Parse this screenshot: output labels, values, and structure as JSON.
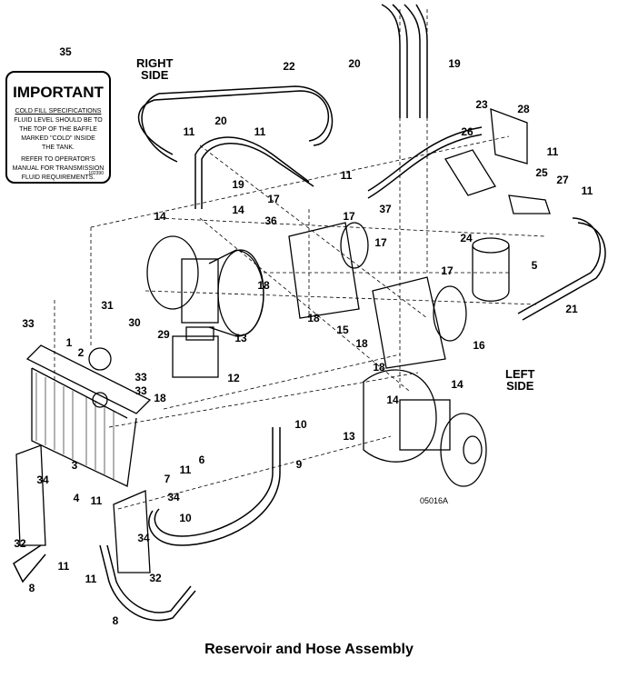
{
  "caption": "Reservoir and Hose Assembly",
  "drawing_number": "05016A",
  "side_labels": {
    "right": "RIGHT\nSIDE",
    "left": "LEFT\nSIDE"
  },
  "decal": {
    "title": "IMPORTANT",
    "heading": "COLD FILL SPECIFICATIONS",
    "lines": [
      "FLUID LEVEL SHOULD BE TO",
      "THE TOP OF THE BAFFLE",
      "MARKED \"COLD\" INSIDE",
      "THE TANK."
    ],
    "refer_lines": [
      "REFER TO OPERATOR'S",
      "MANUAL FOR TRANSMISSION",
      "FLUID REQUIREMENTS."
    ],
    "part_number": "102390"
  },
  "callouts": [
    "35",
    "22",
    "20",
    "19",
    "20",
    "11",
    "11",
    "19",
    "23",
    "28",
    "26",
    "11",
    "25",
    "27",
    "11",
    "11",
    "17",
    "36",
    "37",
    "14",
    "14",
    "17",
    "24",
    "5",
    "17",
    "17",
    "18",
    "21",
    "31",
    "30",
    "29",
    "18",
    "15",
    "18",
    "16",
    "33",
    "1",
    "2",
    "13",
    "12",
    "33",
    "33",
    "18",
    "18",
    "14",
    "14",
    "10",
    "13",
    "6",
    "3",
    "11",
    "9",
    "7",
    "34",
    "11",
    "4",
    "34",
    "10",
    "34",
    "32",
    "11",
    "11",
    "32",
    "8",
    "8"
  ]
}
